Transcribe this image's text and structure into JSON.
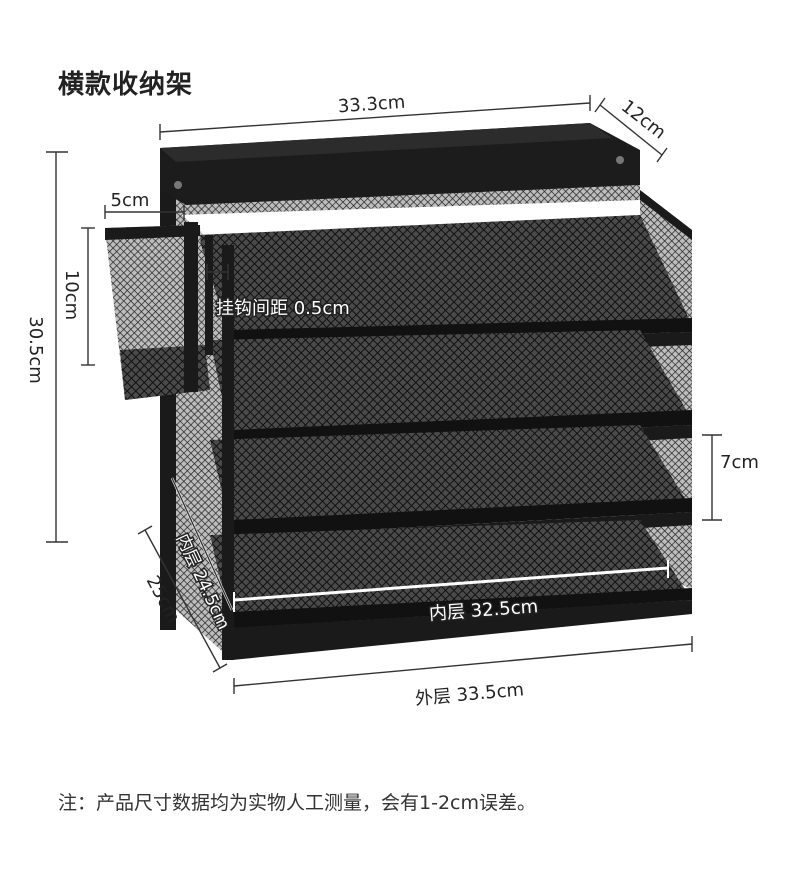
{
  "title": "横款收纳架",
  "note": "注：产品尺寸数据均为实物人工测量，会有1-2cm误差。",
  "dimensions": {
    "top_width": "33.3cm",
    "top_depth": "12cm",
    "basket_width": "5cm",
    "basket_height": "10cm",
    "total_height": "30.5cm",
    "hook_gap": "挂钩间距 0.5cm",
    "tier_height": "7cm",
    "inner_depth": "内层 24.5cm",
    "outer_depth": "25cm",
    "inner_width": "内层 32.5cm",
    "outer_width": "外层 33.5cm"
  },
  "colors": {
    "frame": "#1a1a1a",
    "mesh": "#3a3a3a",
    "line": "#333333"
  }
}
